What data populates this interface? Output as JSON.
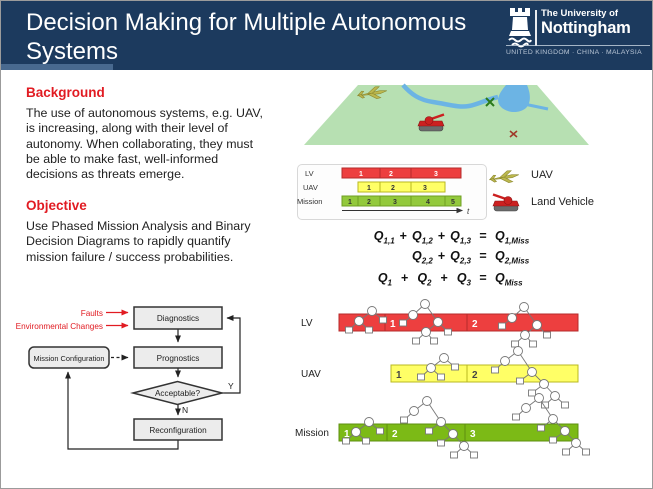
{
  "header": {
    "title_lines": [
      "Decision Making for Multiple Autonomous",
      "Systems"
    ],
    "logo": {
      "institution_prefix": "The University of",
      "institution_name": "Nottingham",
      "campuses": "UNITED KINGDOM · CHINA · MALAYSIA"
    }
  },
  "sections": {
    "background": {
      "heading": "Background",
      "lines": [
        "The use of autonomous systems, e.g. UAV,",
        "is increasing, along with their level of",
        "autonomy.  When collaborating, they must",
        "be able to make fast, well-informed",
        "decisions as threats emerge."
      ]
    },
    "objective": {
      "heading": "Objective",
      "lines": [
        "Use Phased Mission Analysis and Binary",
        "Decision Diagrams to rapidly quantify",
        "mission failure / success probabilities."
      ]
    }
  },
  "flowchart": {
    "faults": "Faults",
    "env_changes": "Environmental Changes",
    "diagnostics": "Diagnostics",
    "prognostics": "Prognostics",
    "mission_config": "Mission Configuration",
    "acceptable": "Acceptable?",
    "reconfiguration": "Reconfiguration",
    "yes": "Y",
    "no": "N"
  },
  "gantt": {
    "lv_label": "LV",
    "uav_label": "UAV",
    "mission_label": "Mission",
    "lv_segments": [
      "1",
      "2",
      "3"
    ],
    "uav_segments": [
      "1",
      "2",
      "3"
    ],
    "mission_segments": [
      "1",
      "2",
      "3",
      "4",
      "5"
    ],
    "time_label": "t"
  },
  "legend": {
    "uav": "UAV",
    "land_vehicle": "Land Vehicle"
  },
  "equations": {
    "q": "Q",
    "plus": "+",
    "equals": "=",
    "eq1": {
      "s1": "1,1",
      "s2": "1,2",
      "s3": "1,3",
      "r": "1,Miss"
    },
    "eq2": {
      "s1": "2,2",
      "s2": "2,3",
      "r": "2,Miss"
    },
    "eq3": {
      "s1": "1",
      "s2": "2",
      "s3": "3",
      "r": "Miss"
    }
  },
  "phase_bars": {
    "lv_label": "LV",
    "uav_label": "UAV",
    "mission_label": "Mission",
    "lv_segments": [
      "1",
      "2"
    ],
    "uav_segments": [
      "1",
      "2"
    ],
    "mission_segments": [
      "1",
      "2",
      "3"
    ]
  },
  "colors": {
    "header_navy": "#1c3a5e",
    "accent_red": "#e11b22",
    "lv_red": "#ed3f3f",
    "lv_border": "#b52b2b",
    "uav_yellow": "#ffff66",
    "uav_border": "#b8b820",
    "mission_green_dark": "#7cba16",
    "mission_green_light": "#93c93c",
    "terrain_green": "#b7e0b2",
    "river_blue": "#6cb4e4"
  }
}
